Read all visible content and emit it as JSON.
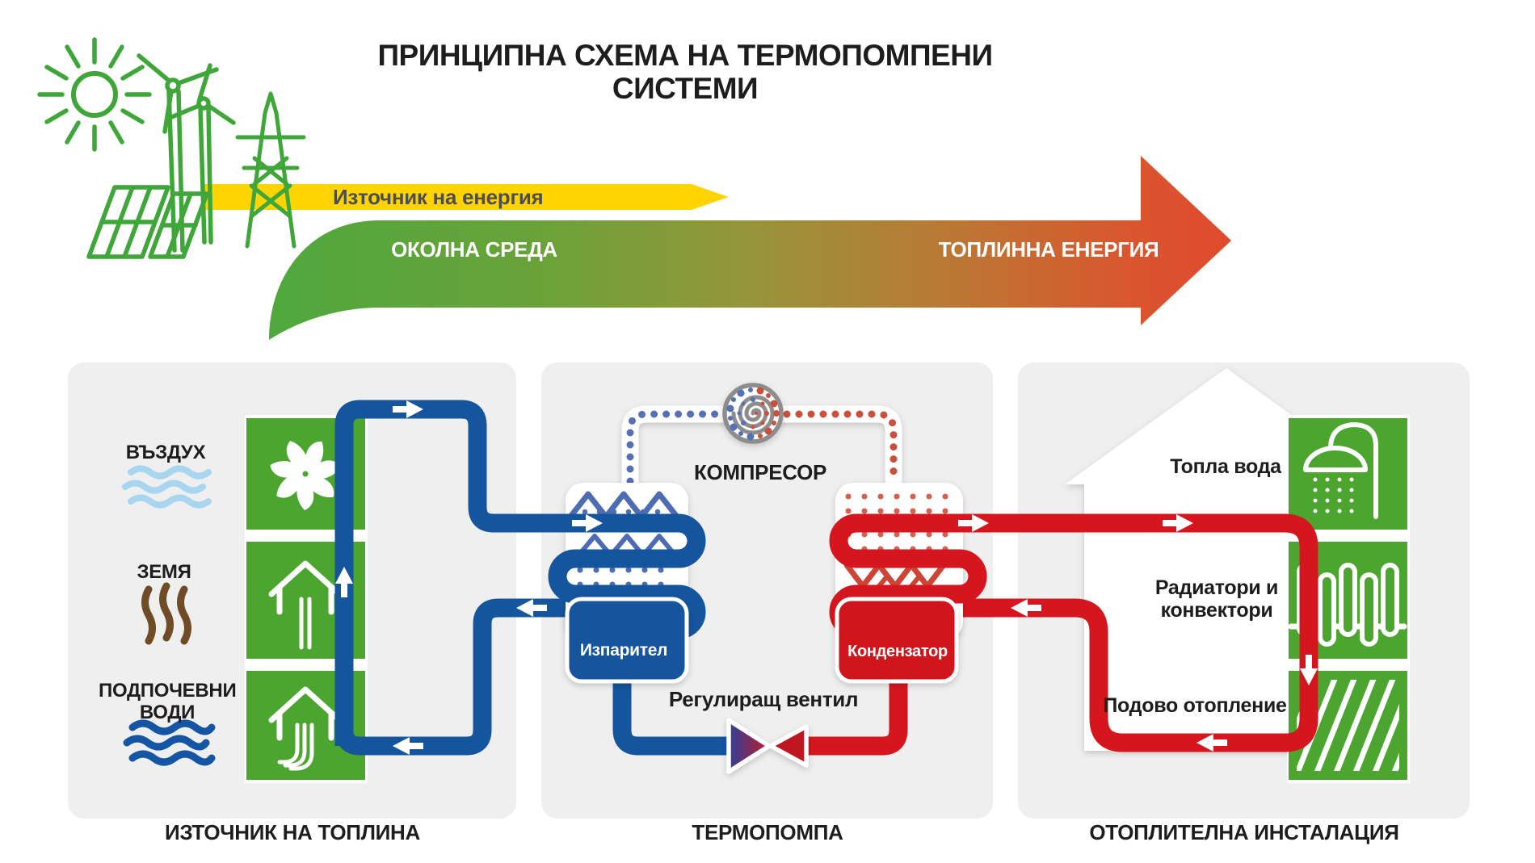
{
  "title": "ПРИНЦИПНА СХЕМА НА ТЕРМОПОМПЕНИ СИСТЕМИ",
  "energy_flow": {
    "source_label": "Източник на енергия",
    "environment_label": "ОКОЛНА СРЕДА",
    "heat_label": "ТОПЛИННА ЕНЕРГИЯ",
    "source_icons": [
      "sun-icon",
      "wind-turbine-icon",
      "power-pylon-icon",
      "solar-panel-icon"
    ]
  },
  "panels": {
    "heat_source": {
      "caption": "ИЗТОЧНИК НА ТОПЛИНА",
      "items": [
        {
          "label": "ВЪЗДУХ",
          "wave_icon": "air-waves-icon",
          "square_icon": "fan-icon"
        },
        {
          "label": "ЗЕМЯ",
          "wave_icon": "earth-waves-icon",
          "square_icon": "ground-probe-house-icon"
        },
        {
          "label": "ПОДПОЧЕВНИ ВОДИ",
          "wave_icon": "groundwater-waves-icon",
          "square_icon": "water-well-house-icon"
        }
      ]
    },
    "heat_pump": {
      "caption": "ТЕРМОПОМПА",
      "compressor_label": "КОМПРЕСОР",
      "compressor_icon": "spiral-compressor-icon",
      "evaporator_label": "Изпарител",
      "condenser_label": "Кондензатор",
      "valve_label": "Регулиращ вентил",
      "valve_icon": "expansion-valve-icon"
    },
    "heating_installation": {
      "caption": "ОТОПЛИТЕЛНА ИНСТАЛАЦИЯ",
      "items": [
        {
          "label": "Топла вода",
          "square_icon": "shower-icon"
        },
        {
          "label": "Радиатори и конвектори",
          "square_icon": "radiator-icon"
        },
        {
          "label": "Подово отопление",
          "square_icon": "floor-heating-icon"
        }
      ]
    }
  },
  "colors": {
    "outline_green": "#3fa63a",
    "square_green": "#4ca52f",
    "pipe_blue": "#15559e",
    "pipe_red": "#d6161f",
    "ribbon_yellow": "#ffd400",
    "gradient_start": "#4fa83d",
    "gradient_end": "#e04a2d",
    "panel_bg": "#efeff0",
    "text_dark": "#1d1d1b",
    "ribbon_text": "#4e4e50",
    "air_light_blue": "#a8d5f0",
    "earth_brown": "#6f4c26",
    "water_blue": "#1456a4",
    "compressor_gray": "#8d8d8d"
  }
}
